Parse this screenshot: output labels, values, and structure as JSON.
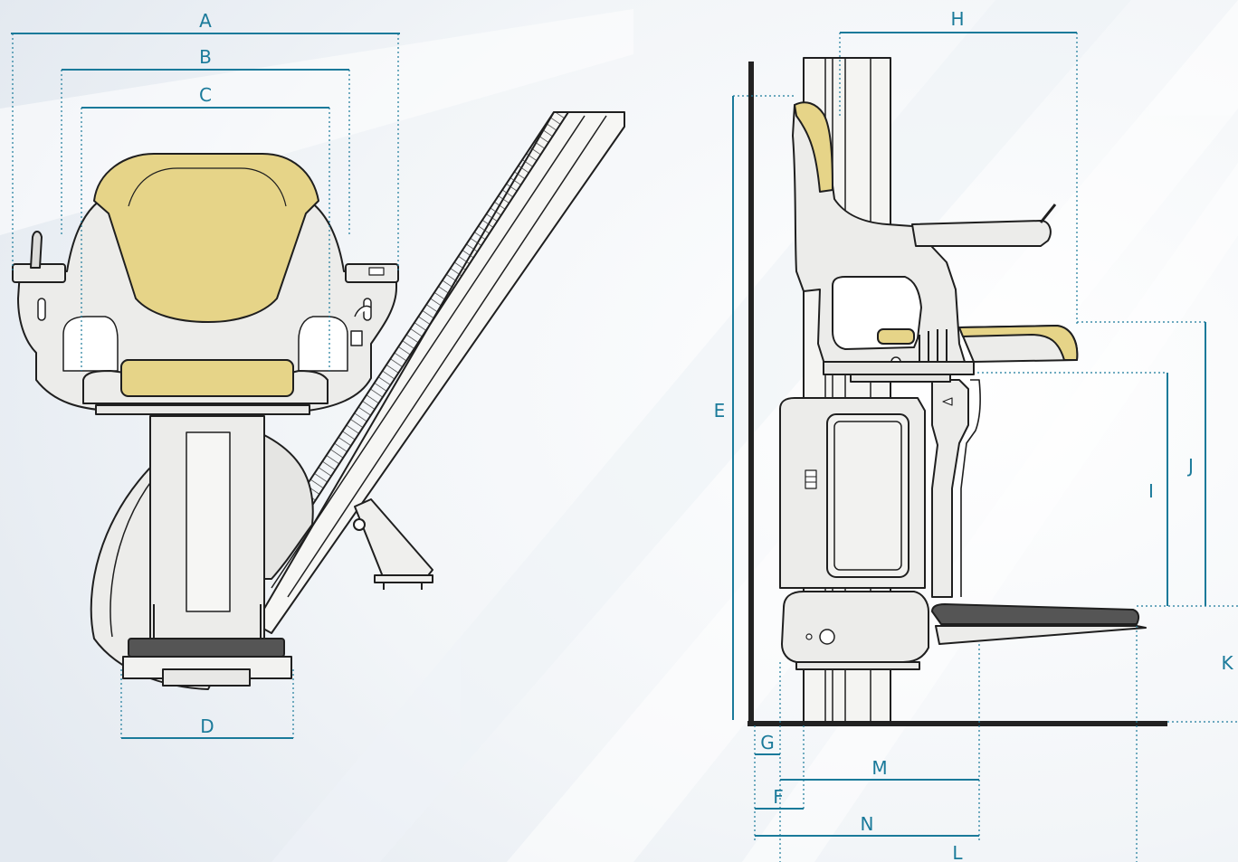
{
  "colors": {
    "dimension": "#1a7a9a",
    "outline": "#1f1f1f",
    "body_fill": "#eeeeec",
    "cushion": "#e6d488",
    "footplate": "#555555",
    "floor": "#222222"
  },
  "labels": {
    "A": "A",
    "B": "B",
    "C": "C",
    "D": "D",
    "E": "E",
    "F": "F",
    "G": "G",
    "H": "H",
    "I": "I",
    "J": "J",
    "K": "K",
    "L": "L",
    "M": "M",
    "N": "N"
  }
}
